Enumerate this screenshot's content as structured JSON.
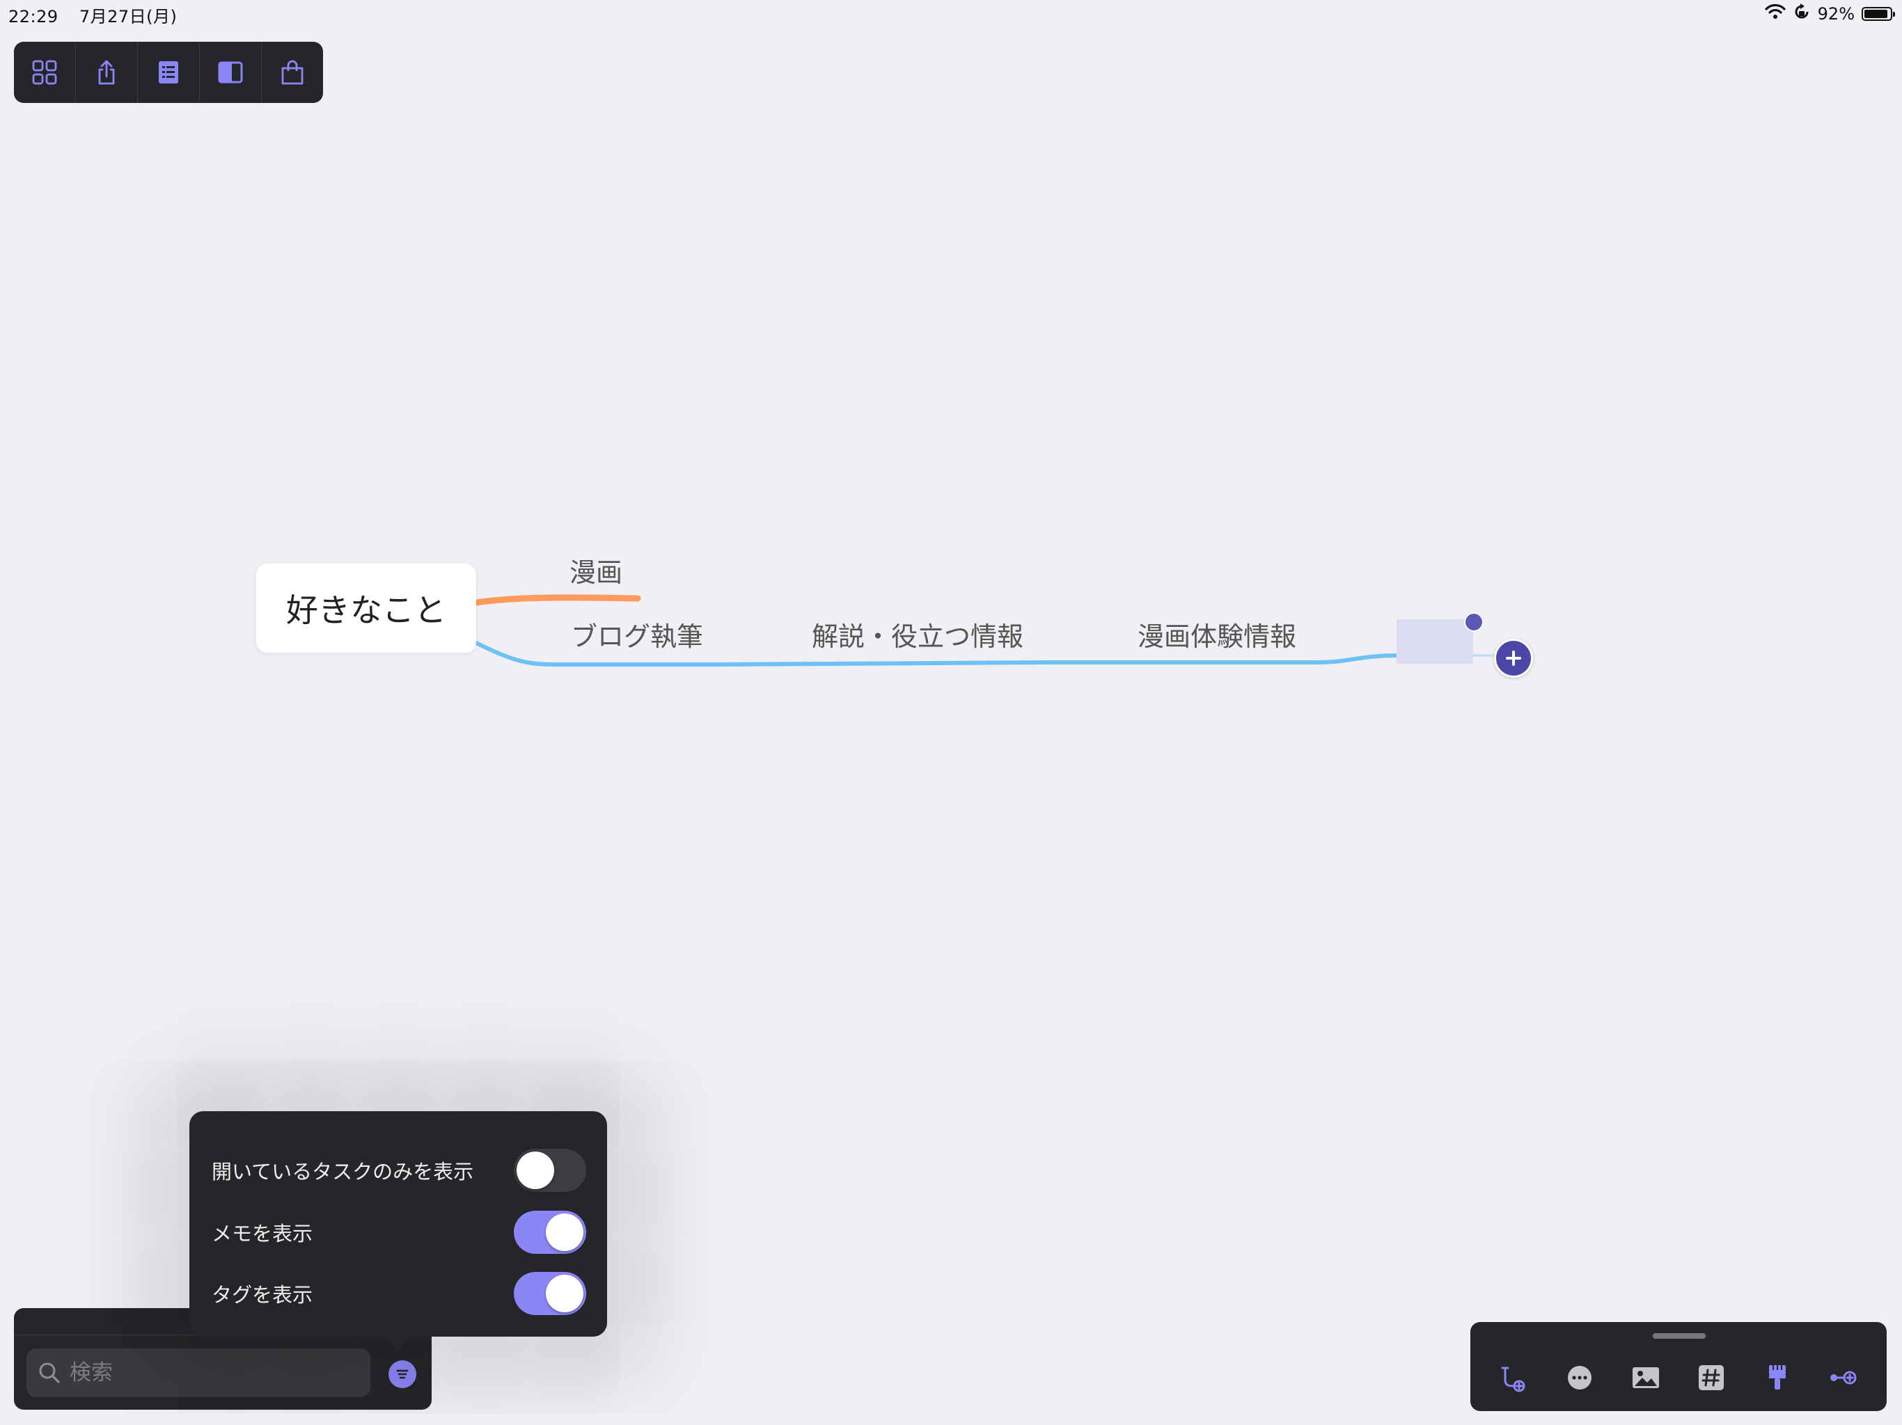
{
  "status_bar": {
    "time": "22:29",
    "date": "7月27日(月)",
    "battery_percent": "92%",
    "battery_level": 0.92
  },
  "top_toolbar": {
    "icons": [
      "grid-icon",
      "share-icon",
      "outline-list-icon",
      "sidebar-panel-icon",
      "shopping-bag-icon"
    ]
  },
  "mind_map": {
    "root": {
      "label": "好きなこと"
    },
    "branches": [
      {
        "label": "漫画",
        "color": "#ff9a5c"
      },
      {
        "label": "ブログ執筆",
        "color": "#6ec1f7",
        "children": [
          {
            "label": "解説・役立つ情報",
            "children": [
              {
                "label": "漫画体験情報",
                "children": [
                  {
                    "label": ""
                  }
                ]
              }
            ]
          }
        ]
      }
    ]
  },
  "filter_popover": {
    "options": [
      {
        "label": "開いているタスクのみを表示",
        "enabled": false
      },
      {
        "label": "メモを表示",
        "enabled": true
      },
      {
        "label": "タグを表示",
        "enabled": true
      }
    ]
  },
  "search": {
    "placeholder": "検索",
    "value": ""
  },
  "bottom_toolbar": {
    "icons": [
      "add-relation-icon",
      "more-icon",
      "image-icon",
      "hashtag-icon",
      "style-brush-icon",
      "add-sibling-icon"
    ]
  },
  "colors": {
    "accent": "#8b86f6",
    "toolbar_bg": "#26262a",
    "canvas_bg": "#efeff4",
    "orange_branch": "#ff9a5c",
    "blue_branch": "#6ec1f7"
  }
}
